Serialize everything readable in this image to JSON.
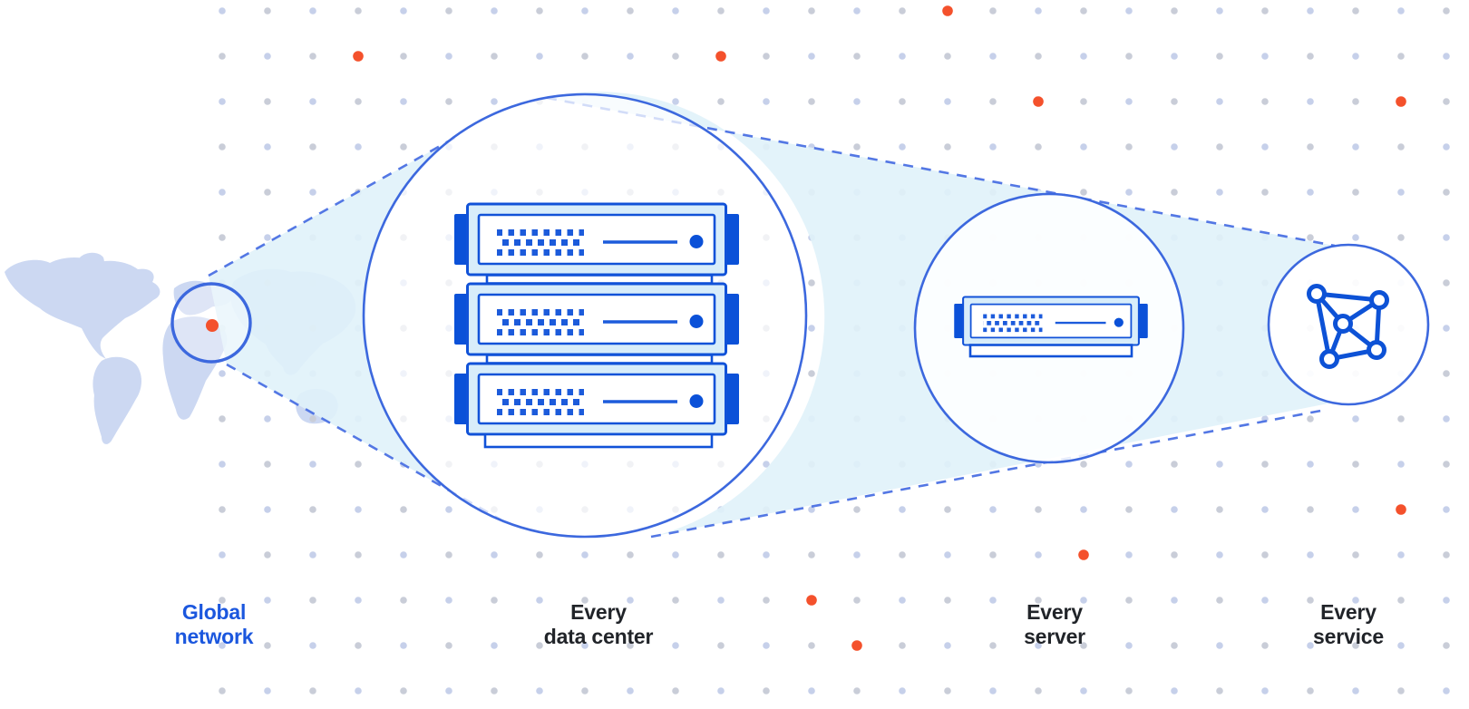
{
  "stages": [
    {
      "id": "global-network",
      "icon": "world-map-location-icon",
      "label": [
        "Global",
        "network"
      ],
      "emphasis": "blue"
    },
    {
      "id": "data-center",
      "icon": "server-rack-icon",
      "label": [
        "Every",
        "data center"
      ],
      "emphasis": "dark"
    },
    {
      "id": "server",
      "icon": "server-icon",
      "label": [
        "Every",
        "server"
      ],
      "emphasis": "dark"
    },
    {
      "id": "service",
      "icon": "mesh-network-icon",
      "label": [
        "Every",
        "service"
      ],
      "emphasis": "dark"
    }
  ],
  "colors": {
    "accent_blue": "#1b57de",
    "circle_stroke": "#3c68de",
    "dash_blue": "#5377e4",
    "cone": "#e0f2f9",
    "map_fill": "#ccd8f2",
    "dot_lavender": "#c6d0ea",
    "dot_gray": "#c9cdd8",
    "orange": "#f4512c",
    "server_border": "#1152d8",
    "server_pale": "#d8edfa",
    "server_dark": "#0b51d8",
    "server_check": "#1c5bdb",
    "mesh_blue": "#0d52d6",
    "text_dark": "#212429"
  }
}
